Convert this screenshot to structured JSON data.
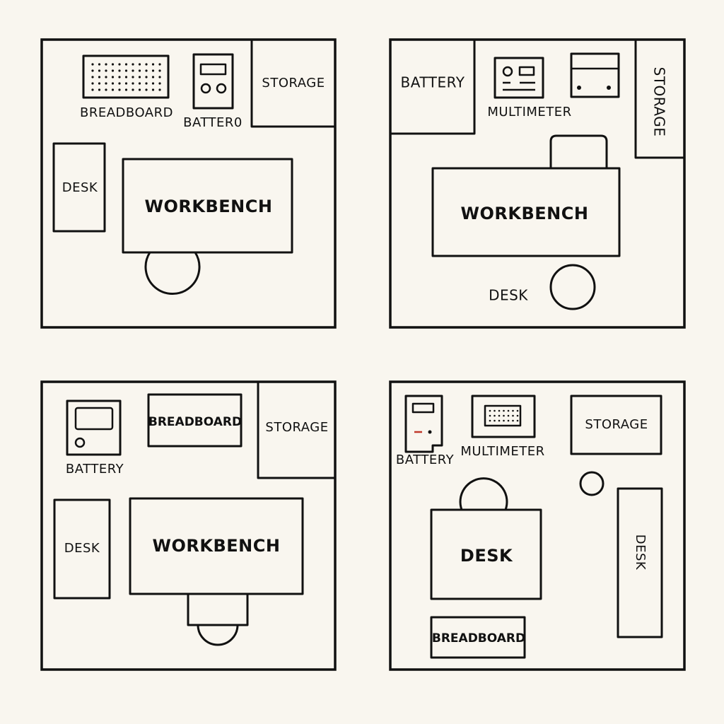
{
  "plans": [
    {
      "breadboard": "BREADBOARD",
      "battery": "BATTER0",
      "storage": "STORAGE",
      "desk": "DESK",
      "workbench": "WORKBENCH"
    },
    {
      "battery": "BATTERY",
      "multimeter": "MULTIMETER",
      "storage": "STORAGE",
      "workbench": "WORKBENCH",
      "desk": "DESK"
    },
    {
      "battery": "BATTERY",
      "breadboard": "BREADBOARD",
      "storage": "STORAGE",
      "desk": "DESK",
      "workbench": "WORKBENCH"
    },
    {
      "battery": "BATTERY",
      "multimeter": "MULTIMETER",
      "storage": "STORAGE",
      "desk_main": "DESK",
      "desk_side": "DESK",
      "breadboard": "BREADBOARD"
    }
  ],
  "colors": {
    "background": "#f9f6ef",
    "line": "#111111",
    "accent": "#c0392b"
  }
}
